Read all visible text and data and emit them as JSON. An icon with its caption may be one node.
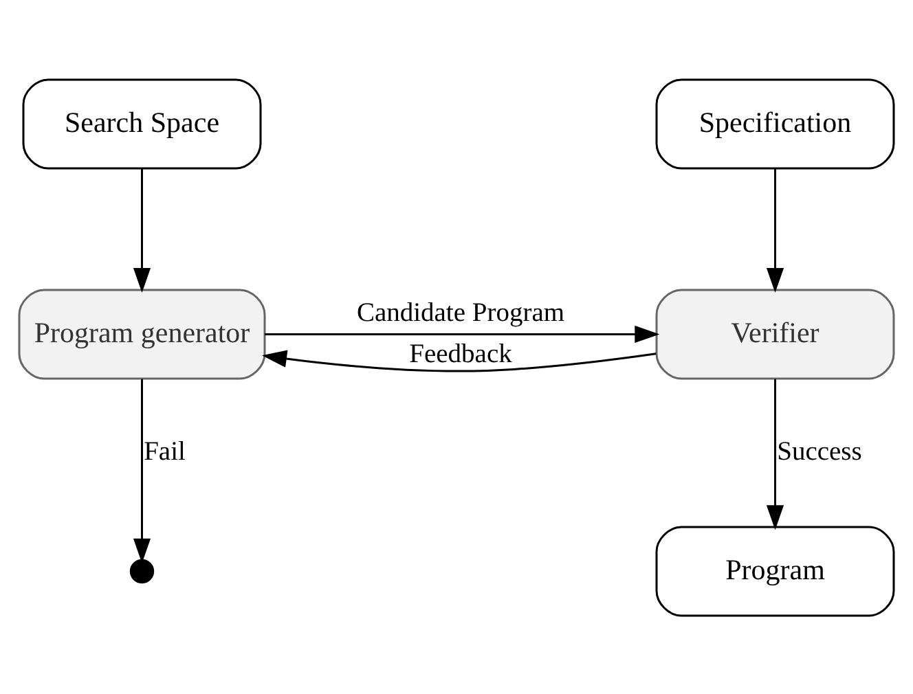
{
  "diagram": {
    "nodes": [
      {
        "text": [
          "Search Space"
        ]
      },
      {
        "text": [
          "Specification"
        ]
      },
      {
        "text": [
          "Program generator"
        ]
      },
      {
        "text": [
          "Verifier"
        ]
      },
      {
        "text": [
          "Program"
        ]
      },
      {
        "text": [],
        "shape": "cross"
      }
    ],
    "edges": [
      {
        "from": 0,
        "to": 2,
        "arrow": "to"
      },
      {
        "from": 1,
        "to": 3,
        "arrow": "to"
      },
      {
        "from": 2,
        "to": 3,
        "arrow": "to",
        "label": "Candidate Program"
      },
      {
        "from": 3,
        "to": 2,
        "arrow": "to",
        "label": "Feedback"
      },
      {
        "from": 2,
        "to": 5,
        "arrow": "to",
        "label": "Fail"
      },
      {
        "from": 3,
        "to": 4,
        "arrow": "to",
        "label": "Success"
      }
    ]
  }
}
